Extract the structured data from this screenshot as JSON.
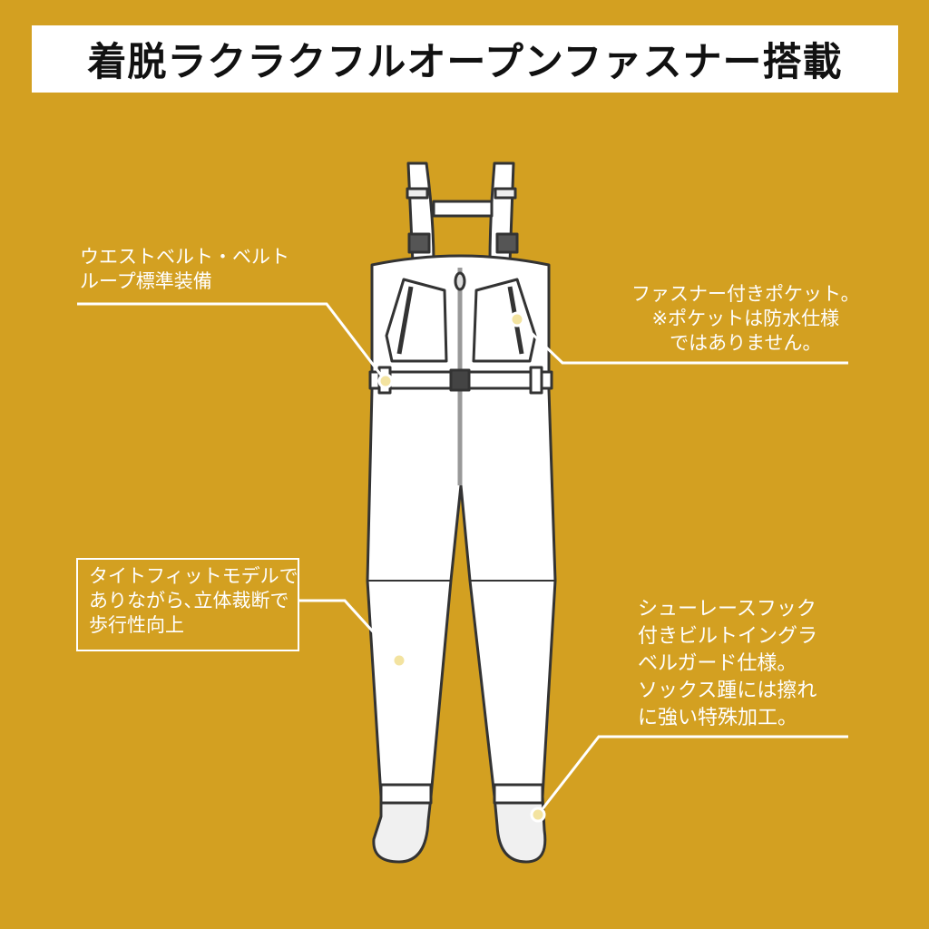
{
  "title": "着脱ラクラクフルオープンファスナー搭載",
  "callouts": {
    "belt": [
      "ウエストベルト・ベルト",
      "ループ標準装備"
    ],
    "pocket": [
      "ファスナー付きポケット。",
      "※ポケットは防水仕様",
      "ではありません。"
    ],
    "fit": [
      "タイトフィットモデルで",
      "ありながら､立体裁断で",
      "歩行性向上"
    ],
    "boot": [
      "シューレースフック",
      "付きビルトイングラ",
      "ベルガード仕様。",
      "ソックス踵には擦れ",
      "に強い特殊加工。"
    ]
  },
  "colors": {
    "background": "#D3A021",
    "accent": "#F3E3A0"
  }
}
